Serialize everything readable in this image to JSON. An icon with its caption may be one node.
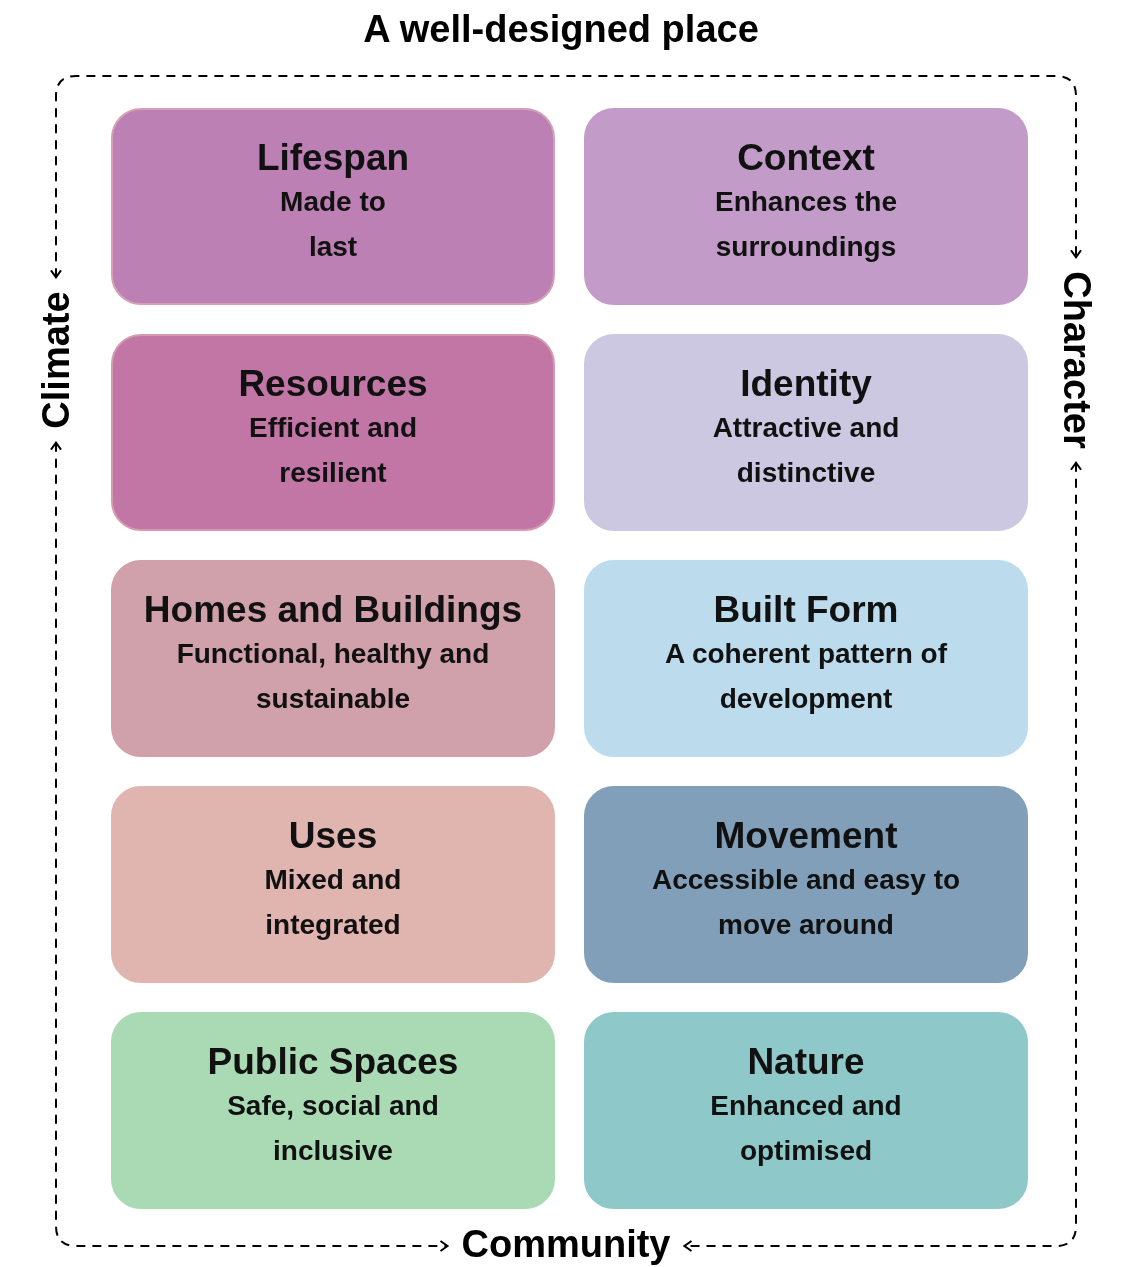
{
  "diagram": {
    "title": "A well-designed place",
    "nodes": [
      {
        "text": [
          "Lifespan",
          "Made to last"
        ]
      },
      {
        "text": [
          "Context",
          "Enhances the surroundings"
        ]
      },
      {
        "text": [
          "Resources",
          "Efficient and resilient"
        ]
      },
      {
        "text": [
          "Identity",
          "Attractive and distinctive"
        ]
      },
      {
        "text": [
          "Homes and Buildings",
          "Functional, healthy and sustainable"
        ]
      },
      {
        "text": [
          "Built Form",
          "A coherent pattern of development"
        ]
      },
      {
        "text": [
          "Uses",
          "Mixed and integrated"
        ]
      },
      {
        "text": [
          "Movement",
          "Accessible and easy to move around"
        ]
      },
      {
        "text": [
          "Public Spaces",
          "Safe, social and inclusive"
        ]
      },
      {
        "text": [
          "Nature",
          "Enhanced and optimised"
        ]
      },
      {
        "text": [
          "Climate"
        ]
      },
      {
        "text": [
          "Character"
        ]
      },
      {
        "text": [
          "Community"
        ]
      }
    ],
    "edges": [
      {
        "from": 10,
        "to": 11,
        "arrow": "both",
        "style": "dashed"
      },
      {
        "from": 10,
        "to": 12,
        "arrow": "both",
        "style": "dashed"
      },
      {
        "from": 11,
        "to": 12,
        "arrow": "both",
        "style": "dashed"
      }
    ]
  }
}
